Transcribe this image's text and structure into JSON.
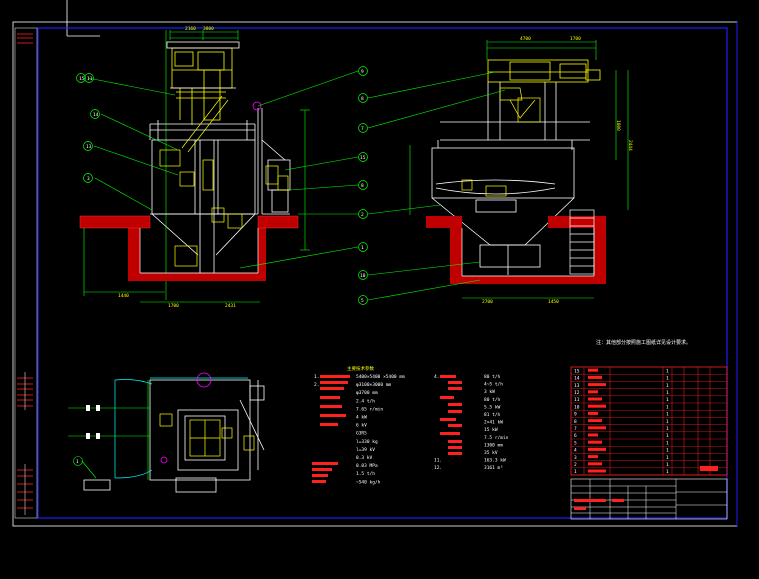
{
  "drawing": {
    "background": "#000000",
    "colors": {
      "line_white": "#ffffff",
      "line_yellow": "#ffff00",
      "line_green": "#00ff00",
      "line_cyan": "#00ffff",
      "line_red": "#ff0000",
      "line_blue": "#1e1eff",
      "line_magenta": "#ff00ff",
      "concrete": "#c00000"
    }
  },
  "callouts_left": [
    "15",
    "11",
    "14",
    "13",
    "3"
  ],
  "callouts_right_mid": [
    "9",
    "15",
    "8"
  ],
  "callouts_mid_col": [
    "9",
    "8",
    "7",
    "2",
    "1",
    "10",
    "5"
  ],
  "callout_plan": "1",
  "spec_table": {
    "col1": [
      {
        "k": "1.",
        "v": "5400×5400 ×5400 mm"
      },
      {
        "k": "2.",
        "v": "φ3100×3000 mm"
      },
      {
        "k": "",
        "v": "φ3700 mm"
      },
      {
        "k": "",
        "v": "2.4 t/h"
      },
      {
        "k": "",
        "v": "7.65 r/min"
      },
      {
        "k": "",
        "v": "4 kW"
      },
      {
        "k": "",
        "v": "6 kV"
      },
      {
        "k": "",
        "v": "G3R5"
      },
      {
        "k": "",
        "v": "l=330 kg"
      },
      {
        "k": "",
        "v": "l=39 kV"
      },
      {
        "k": "",
        "v": "0.3 kV"
      },
      {
        "k": "",
        "v": "0.03 MPa"
      },
      {
        "k": "",
        "v": "1.5 t/h"
      },
      {
        "k": "",
        "v": "~540 kg/h"
      }
    ],
    "col2": [
      {
        "k": "4.",
        "v": "80 t/h"
      },
      {
        "k": "",
        "v": "4~5 t/h"
      },
      {
        "k": "",
        "v": "3 kW"
      },
      {
        "k": "",
        "v": "80 t/h"
      },
      {
        "k": "",
        "v": "5.5 kW"
      },
      {
        "k": "",
        "v": "81 t/h"
      },
      {
        "k": "",
        "v": "2×41 kW"
      },
      {
        "k": "",
        "v": "15 kW"
      },
      {
        "k": "",
        "v": "7.5 r/min"
      },
      {
        "k": "",
        "v": "1300 mm"
      },
      {
        "k": "",
        "v": "35 kV"
      },
      {
        "k": "11.",
        "v": "163.3 kW"
      },
      {
        "k": "12.",
        "v": "3161 m³"
      }
    ]
  },
  "parts_rows": [
    "15",
    "14",
    "13",
    "12",
    "11",
    "10",
    "9",
    "8",
    "7",
    "6",
    "5",
    "4",
    "3",
    "2",
    "1"
  ],
  "note_text": "注：其他部分按照施工图纸详见设计要求。"
}
